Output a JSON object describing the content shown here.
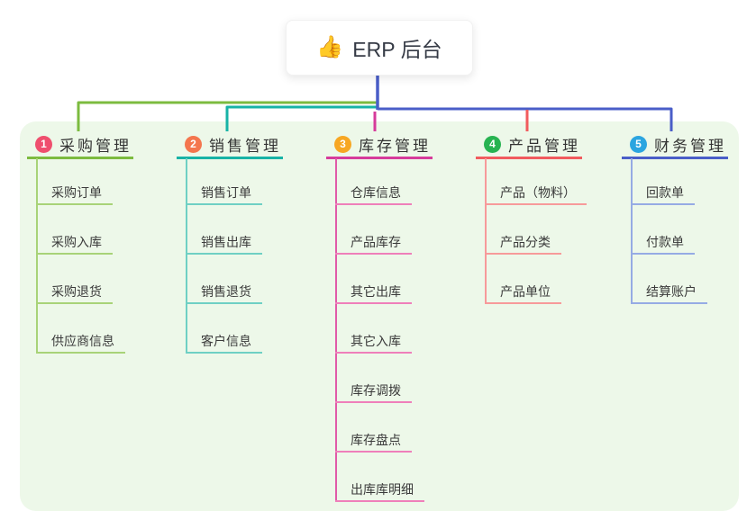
{
  "root": {
    "icon": "👍",
    "label": "ERP 后台"
  },
  "branches": [
    {
      "num": "1",
      "label": "采购管理",
      "children": [
        "采购订单",
        "采购入库",
        "采购退货",
        "供应商信息"
      ]
    },
    {
      "num": "2",
      "label": "销售管理",
      "children": [
        "销售订单",
        "销售出库",
        "销售退货",
        "客户信息"
      ]
    },
    {
      "num": "3",
      "label": "库存管理",
      "children": [
        "仓库信息",
        "产品库存",
        "其它出库",
        "其它入库",
        "库存调拨",
        "库存盘点",
        "出库库明细"
      ]
    },
    {
      "num": "4",
      "label": "产品管理",
      "children": [
        "产品（物料）",
        "产品分类",
        "产品单位"
      ]
    },
    {
      "num": "5",
      "label": "财务管理",
      "children": [
        "回款单",
        "付款单",
        "结算账户"
      ]
    }
  ],
  "colors": {
    "panel_bg": "#edf8e9",
    "root_line": "#4a5ec8",
    "branches": [
      {
        "line": "#7cbb3f",
        "badge": "#ef4f6e",
        "child": "#a8d378",
        "spine": "#a8d378"
      },
      {
        "line": "#17b3a6",
        "badge": "#f4764e",
        "child": "#6fd0c4",
        "spine": "#6fd0c4"
      },
      {
        "line": "#d63b9b",
        "badge": "#f7a723",
        "child": "#ef7fba",
        "spine": "#e05aa8"
      },
      {
        "line": "#f15b5e",
        "badge": "#27b351",
        "child": "#f79a9a",
        "spine": "#f79a9a"
      },
      {
        "line": "#4a5ec8",
        "badge": "#2ba5e0",
        "child": "#96abe4",
        "spine": "#96abe4"
      }
    ]
  }
}
